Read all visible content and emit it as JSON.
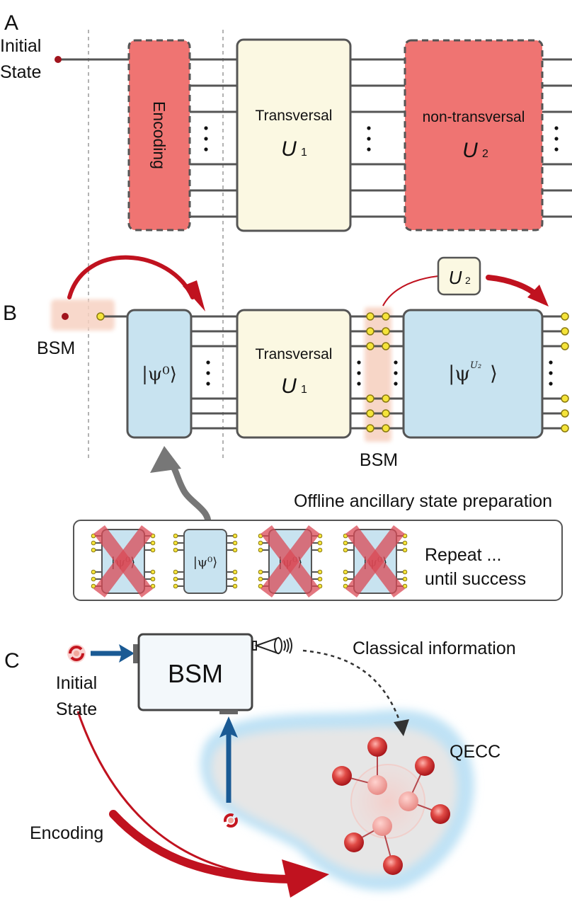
{
  "panel_a": {
    "label": "A",
    "initial_state_line1": "Initial",
    "initial_state_line2": "State",
    "encoding_label": "Encoding",
    "transversal_label": "Transversal",
    "u1_main": "U",
    "u1_sub": "1",
    "nontransversal_label": "non-transversal",
    "u2_main": "U",
    "u2_sub": "2"
  },
  "panel_b": {
    "label": "B",
    "bsm_left_label": "BSM",
    "psi0_ket": "|ψ⁰⟩",
    "transversal_label": "Transversal",
    "u1_main": "U",
    "u1_sub": "1",
    "u2_badge_main": "U",
    "u2_badge_sub": "2",
    "psiu2_ket_open": "|ψ",
    "psiu2_sup": "U₂",
    "psiu2_ket_close": "⟩",
    "bsm_mid_label": "BSM",
    "offline_title": "Offline ancillary state preparation",
    "repeat_line1": "Repeat ...",
    "repeat_line2": "until success",
    "attempts": [
      {
        "ket": "|ψ⁰⟩",
        "status": "failed"
      },
      {
        "ket": "|ψ⁰⟩",
        "status": "success"
      },
      {
        "ket": "|ψ⁰⟩",
        "status": "failed"
      },
      {
        "ket": "|ψ⁰⟩",
        "status": "failed"
      }
    ]
  },
  "panel_c": {
    "label": "C",
    "initial_state_line1": "Initial",
    "initial_state_line2": "State",
    "bsm_box_label": "BSM",
    "classical_info_label": "Classical information",
    "qecc_label": "QECC",
    "encoding_label": "Encoding"
  },
  "colors": {
    "red_box": "#ef7472",
    "yellow_box": "#fbf8e2",
    "blue_box": "#c8e3f0",
    "wire": "#555555",
    "arrow_red": "#c0121f",
    "arrow_blue": "#1a5a94",
    "qubit_yellow": "#f5e43a",
    "bsm_highlight": "#f7d2c2"
  }
}
